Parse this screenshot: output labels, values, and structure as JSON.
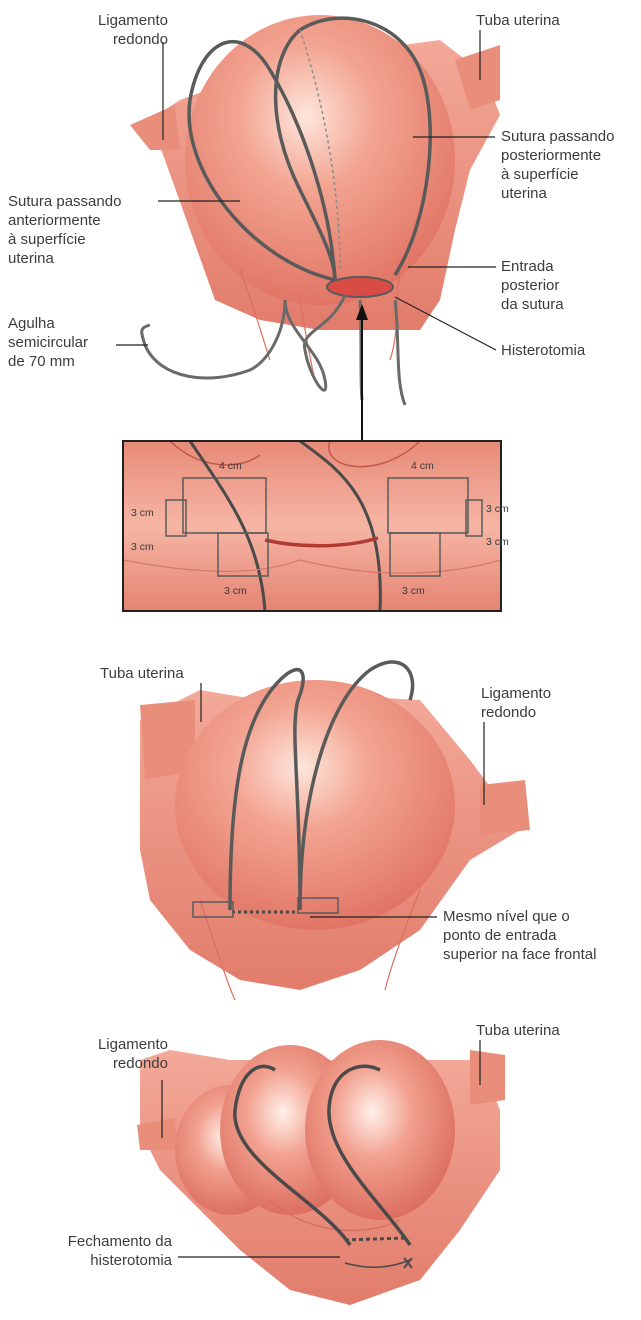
{
  "figure1": {
    "ligamento_redondo": [
      "Ligamento",
      "redondo"
    ],
    "tuba_uterina": "Tuba uterina",
    "sutura_posterior": [
      "Sutura passando",
      "posteriormente",
      "à superfície",
      "uterina"
    ],
    "sutura_anterior": [
      "Sutura passando",
      "anteriormente",
      "à superfície",
      "uterina"
    ],
    "entrada_posterior": [
      "Entrada",
      "posterior",
      "da sutura"
    ],
    "agulha": [
      "Agulha",
      "semicircular",
      "de 70 mm"
    ],
    "histerotomia": "Histerotomia"
  },
  "inset": {
    "dims": {
      "top_left": "4 cm",
      "top_right": "4 cm",
      "left_upper": "3 cm",
      "left_lower": "3 cm",
      "right_upper": "3 cm",
      "right_lower": "3 cm",
      "bottom_left": "3 cm",
      "bottom_right": "3 cm"
    }
  },
  "figure2": {
    "tuba_uterina": "Tuba uterina",
    "ligamento_redondo": [
      "Ligamento",
      "redondo"
    ],
    "mesmo_nivel": [
      "Mesmo nível que o",
      "ponto de entrada",
      "superior na face frontal"
    ]
  },
  "figure3": {
    "ligamento_redondo": [
      "Ligamento",
      "redondo"
    ],
    "tuba_uterina": "Tuba uterina",
    "fechamento": [
      "Fechamento da",
      "histerotomia"
    ]
  }
}
